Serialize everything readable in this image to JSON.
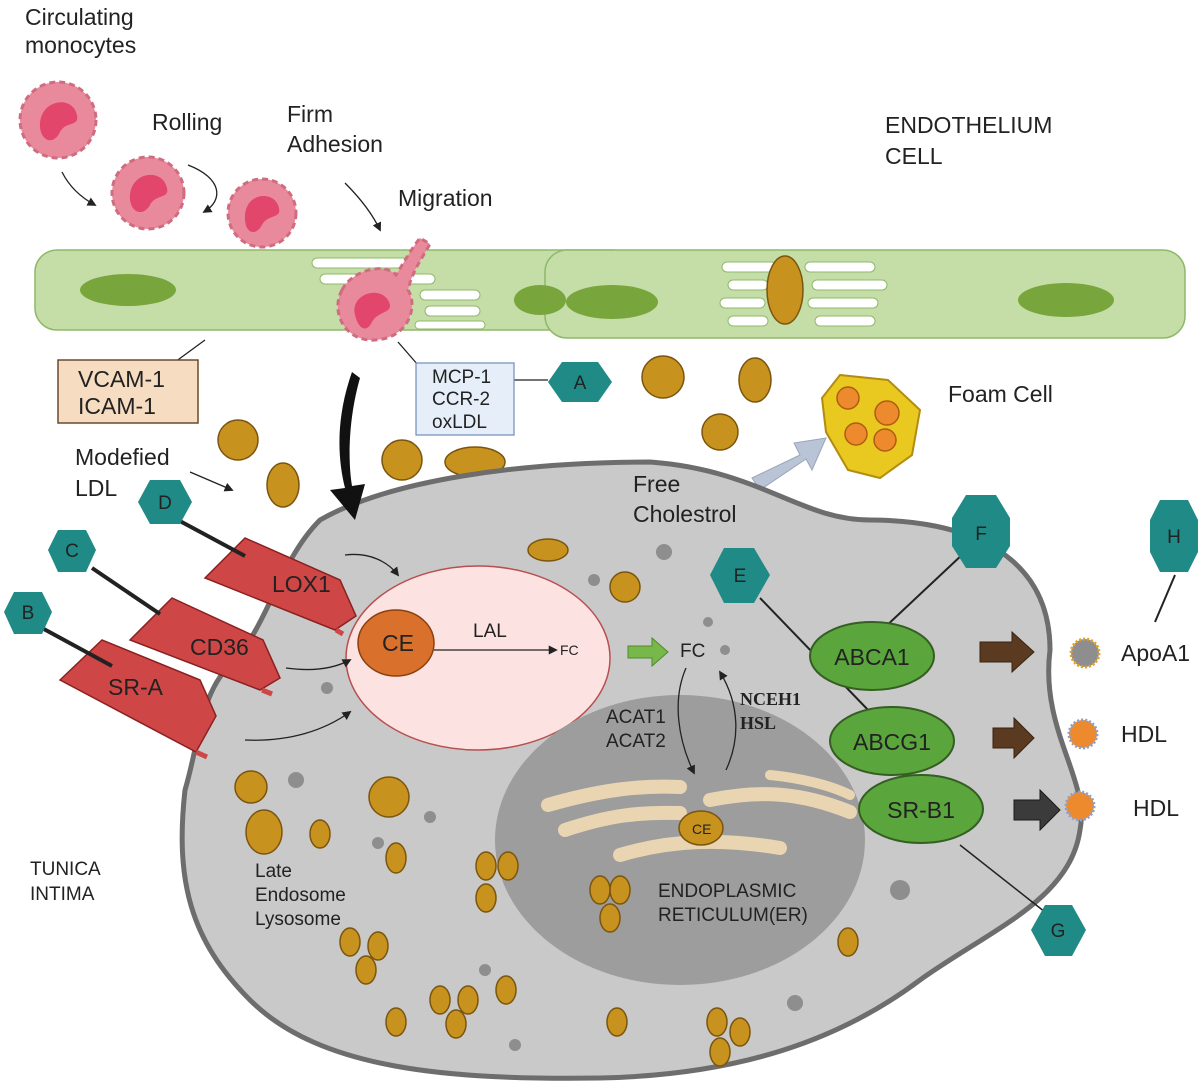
{
  "labels": {
    "circulating": [
      "Circulating",
      "monocytes"
    ],
    "rolling": "Rolling",
    "firm_adhesion": [
      "Firm",
      "Adhesion"
    ],
    "migration": "Migration",
    "endothelium": [
      "ENDOTHELIUM",
      "CELL"
    ],
    "vcam_box": [
      "VCAM-1",
      "ICAM-1"
    ],
    "mcp_box": [
      "MCP-1",
      "CCR-2",
      "oxLDL"
    ],
    "foam_cell": "Foam Cell",
    "modified_ldl": [
      "Modefied",
      "LDL"
    ],
    "free_cholesterol": [
      "Free",
      "Cholestrol"
    ],
    "lox1": "LOX1",
    "cd36": "CD36",
    "sra": "SR-A",
    "ce_main": "CE",
    "lal": "LAL",
    "fc_small": "FC",
    "fc_right": "FC",
    "acat": [
      "ACAT1",
      "ACAT2"
    ],
    "nceh": [
      "NCEH1",
      "HSL"
    ],
    "ce_er": "CE",
    "er": [
      "ENDOPLASMIC",
      "RETICULUM(ER)"
    ],
    "late_endosome": [
      "Late",
      "Endosome",
      "Lysosome"
    ],
    "tunica": [
      "TUNICA",
      "INTIMA"
    ],
    "abca1": "ABCA1",
    "abcg1": "ABCG1",
    "srb1": "SR-B1",
    "apoa1": "ApoA1",
    "hdl1": "HDL",
    "hdl2": "HDL"
  },
  "badges": {
    "a": "A",
    "b": "B",
    "c": "C",
    "d": "D",
    "e": "E",
    "f": "F",
    "g": "G",
    "h": "H"
  },
  "colors": {
    "endothelium": "#c5dea8",
    "nucleus": "#78a63c",
    "monocyte": "#e98a9c",
    "ldl": "#c8921e",
    "cell": "#c9c9c9",
    "receptor": "#cf4646",
    "transporter": "#5aa63c",
    "badge": "#1f8a86",
    "foam": "#e9c81f"
  }
}
